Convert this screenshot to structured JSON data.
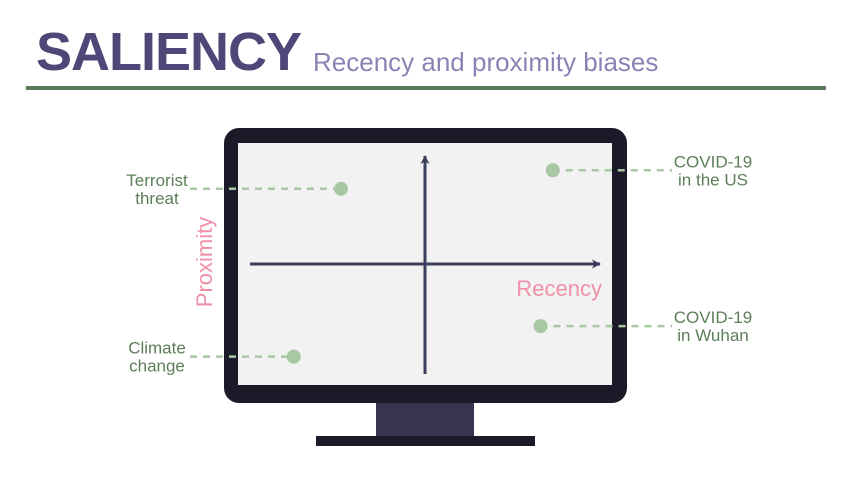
{
  "header": {
    "title": "SALIENCY",
    "subtitle": "Recency and proximity biases"
  },
  "colors": {
    "title": "#4e4878",
    "subtitle": "#8a84b5",
    "rule": "#5a7a58",
    "monitor_frame": "#1c1a28",
    "monitor_stand": "#393352",
    "screen": "#f2f2f2",
    "axis": "#3a3d5c",
    "axis_label": "#f090a8",
    "point": "#a8c8a4",
    "point_label": "#5c7e58",
    "leader": "#a8c8a4"
  },
  "chart_data": {
    "type": "scatter",
    "title": "Recency and proximity biases",
    "xlabel": "Recency",
    "ylabel": "Proximity",
    "xlim": [
      -1,
      1
    ],
    "ylim": [
      -1,
      1
    ],
    "grid": false,
    "points": [
      {
        "label": [
          "Terrorist",
          "threat"
        ],
        "x": -0.48,
        "y": 0.69,
        "label_side": "left"
      },
      {
        "label": [
          "COVID-19",
          "in the US"
        ],
        "x": 0.73,
        "y": 0.86,
        "label_side": "right"
      },
      {
        "label": [
          "Climate",
          "change"
        ],
        "x": -0.75,
        "y": -0.85,
        "label_side": "left"
      },
      {
        "label": [
          "COVID-19",
          "in Wuhan"
        ],
        "x": 0.66,
        "y": -0.57,
        "label_side": "right"
      }
    ]
  }
}
